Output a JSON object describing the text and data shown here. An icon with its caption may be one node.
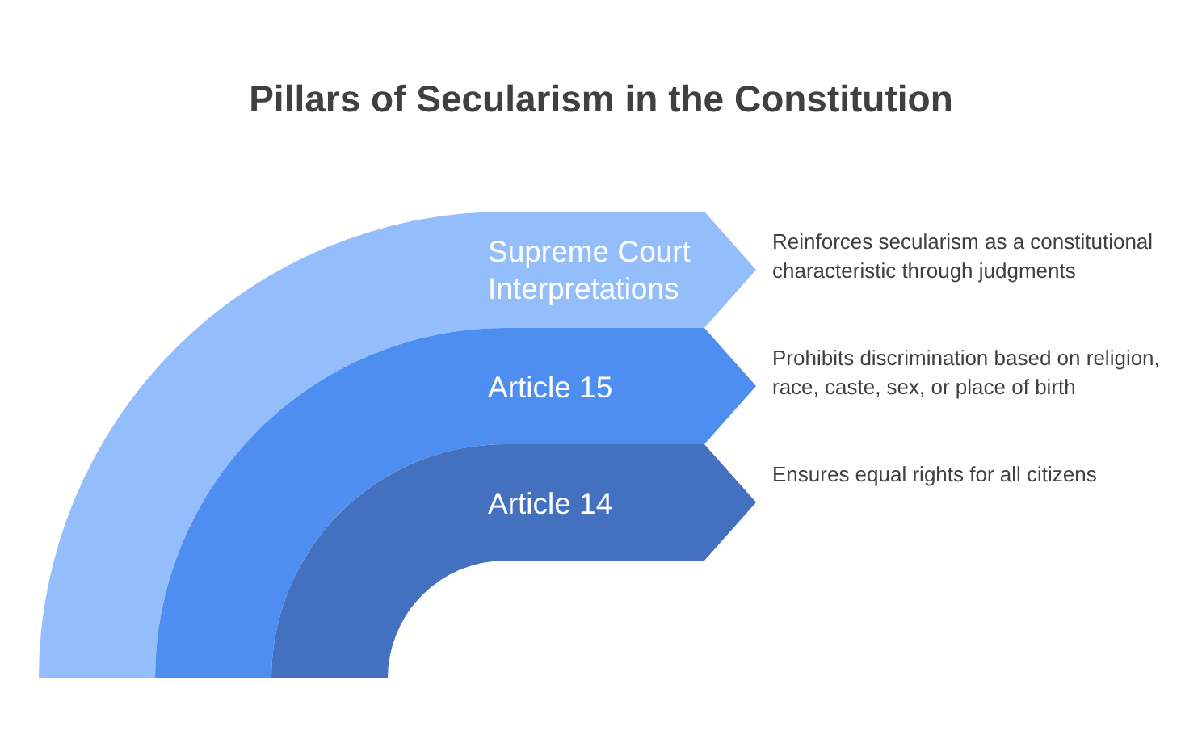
{
  "diagram": {
    "title": "Pillars of Secularism in the Constitution",
    "nodes": [
      {
        "text": [
          "Supreme Court Interpretations"
        ],
        "beside": [
          "Reinforces secularism as a constitutional characteristic through judgments"
        ]
      },
      {
        "text": [
          "Article 15"
        ],
        "beside": [
          "Prohibits discrimination based on religion, race, caste, sex, or place of birth"
        ]
      },
      {
        "text": [
          "Article 14"
        ],
        "beside": [
          "Ensures equal rights for all citizens"
        ]
      }
    ]
  }
}
